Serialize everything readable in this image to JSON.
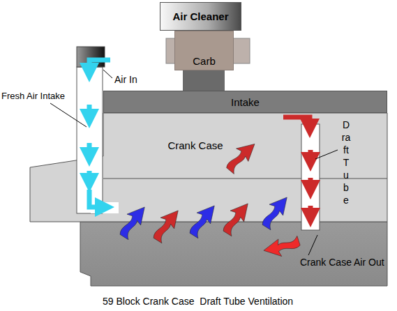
{
  "diagram": {
    "caption": "59 Block Crank Case  Draft Tube Ventilation",
    "nodes": [
      {
        "text": [
          "Air Cleaner"
        ]
      },
      {
        "text": [
          "Carb"
        ]
      },
      {
        "text": [
          "Intake"
        ]
      },
      {
        "text": [
          "Crank Case"
        ]
      }
    ],
    "labels": [
      "Air In",
      "Fresh Air Intake",
      "Draft Tube",
      "Crank Case Air Out"
    ]
  }
}
